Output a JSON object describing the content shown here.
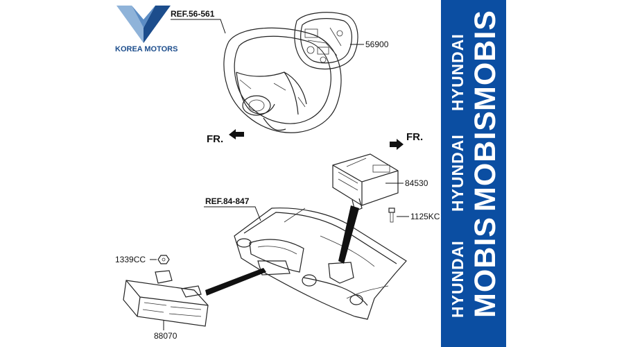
{
  "brand": {
    "dealer_name": "KOREA MOTORS",
    "panel_hyundai": "HYUNDAI",
    "panel_mobis": "MOBIS",
    "panel_color": "#0b4ea2",
    "logo_light": "#8fb3d9",
    "logo_dark": "#1c4d8c"
  },
  "diagram": {
    "ref_steering": "REF.56-561",
    "ref_crash_pad": "REF.84-847",
    "front_label": "FR.",
    "parts": {
      "driver_airbag": "56900",
      "passenger_airbag": "84530",
      "bolt": "1125KC",
      "nut": "1339CC",
      "knee_airbag": "88070"
    }
  }
}
